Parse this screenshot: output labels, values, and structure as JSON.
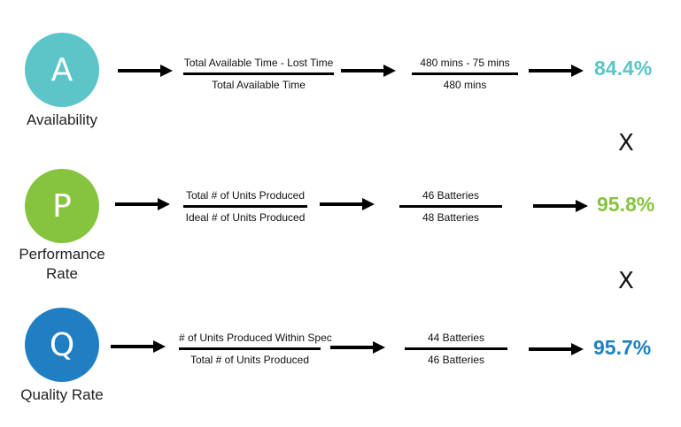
{
  "metrics": [
    {
      "letter": "A",
      "label": "Availability",
      "numerator_formula": "Total Available Time - Lost Time",
      "denominator_formula": "Total Available Time",
      "numerator_values": "480 mins - 75 mins",
      "denominator_values": "480 mins",
      "result": "84.4%",
      "color": "#5bc5c8"
    },
    {
      "letter": "P",
      "label_line1": "Performance",
      "label_line2": "Rate",
      "numerator_formula": "Total # of Units Produced",
      "denominator_formula": "Ideal # of Units Produced",
      "numerator_values": "46 Batteries",
      "denominator_values": "48 Batteries",
      "result": "95.8%",
      "color": "#86c440"
    },
    {
      "letter": "Q",
      "label": "Quality Rate",
      "numerator_formula": "# of Units Produced Within Spec",
      "denominator_formula": "Total # of Units Produced",
      "numerator_values": "44 Batteries",
      "denominator_values": "46 Batteries",
      "result": "95.7%",
      "color": "#1f7fc2"
    }
  ],
  "operators": [
    "X",
    "X"
  ]
}
